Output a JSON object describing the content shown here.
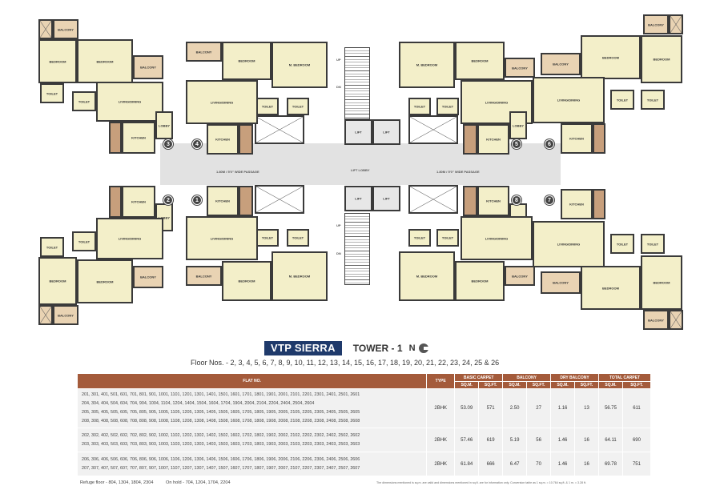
{
  "plan": {
    "passage_label": "1.80M / 5'0\" WIDE PASSAGE",
    "lift_lobby": "LIFT LOBBY",
    "lift": "LIFT",
    "duct": "DUCT",
    "up": "UP",
    "dn": "DN",
    "flat_numbers": [
      "3",
      "4",
      "5",
      "6",
      "2",
      "1",
      "8",
      "7"
    ],
    "rooms": {
      "bedroom": "BEDROOM",
      "m_bedroom": "M. BEDROOM",
      "living": "LIVING/DINING",
      "kitchen": "KITCHEN",
      "toilet": "TOILET",
      "balcony": "BALCONY",
      "dry_balcony": "DRY BALCONY",
      "lobby": "LOBBY"
    }
  },
  "title": {
    "brand": "VTP SIERRA",
    "tower": "TOWER - 1",
    "north": "N",
    "floors": "Floor Nos. - 2, 3, 4, 5, 6, 7, 8, 9, 10, 11, 12, 13, 14, 15, 16, 17, 18, 19, 20, 21, 22, 23, 24, 25 & 26"
  },
  "table": {
    "headers": {
      "flat_no": "FLAT NO.",
      "type": "TYPE",
      "basic_carpet": "BASIC CARPET",
      "balcony": "BALCONY",
      "dry_balcony": "DRY BALCONY",
      "total_carpet": "TOTAL CARPET",
      "sqm": "SQ.M.",
      "sqft": "SQ.FT."
    },
    "rows": [
      {
        "flats": [
          "201, 301, 401, 501, 601, 701, 801, 901, 1001, 1101, 1201, 1301, 1401, 1501, 1601, 1701, 1801, 1901, 2001, 2101, 2201, 2301, 2401, 2501, 2601",
          "204, 304, 404, 504, 604, 704, 904, 1004, 1104, 1204, 1404, 1504, 1604, 1704, 1904, 2004, 2104, 2204, 2404, 2504, 2604",
          "205, 305, 405, 505, 605, 705, 805, 905, 1005, 1105, 1205, 1305, 1405, 1505, 1605, 1705, 1805, 1905, 2005, 2105, 2205, 2305, 2405, 2505, 2605",
          "208, 308, 408, 508, 608, 708, 808, 908, 1008, 1108, 1208, 1308, 1408, 1508, 1608, 1708, 1808, 1908, 2008, 2108, 2208, 2308, 2408, 2508, 2608"
        ],
        "type": "2BHK",
        "basic_sqm": "53.09",
        "basic_sqft": "571",
        "balc_sqm": "2.50",
        "balc_sqft": "27",
        "dry_sqm": "1.16",
        "dry_sqft": "13",
        "total_sqm": "56.75",
        "total_sqft": "611"
      },
      {
        "flats": [
          "202, 302, 402, 502, 602, 702, 802, 902, 1002, 1102, 1202, 1302, 1402, 1502, 1602, 1702, 1802, 1902, 2002, 2102, 2202, 2302, 2402, 2502, 2602",
          "203, 303, 403, 503, 603, 703, 803, 903, 1003, 1103, 1203, 1303, 1403, 1503, 1603, 1703, 1803, 1903, 2003, 2103, 2203, 2303, 2403, 2503, 2603"
        ],
        "type": "2BHK",
        "basic_sqm": "57.46",
        "basic_sqft": "619",
        "balc_sqm": "5.19",
        "balc_sqft": "56",
        "dry_sqm": "1.46",
        "dry_sqft": "16",
        "total_sqm": "64.11",
        "total_sqft": "690"
      },
      {
        "flats": [
          "206, 306, 406, 506, 606, 706, 806, 906, 1006, 1106, 1206, 1306, 1406, 1506, 1606, 1706, 1806, 1906, 2006, 2106, 2206, 2306, 2406, 2506, 2606",
          "207, 307, 407, 507, 607, 707, 807, 907, 1007, 1107, 1207, 1307, 1407, 1507, 1607, 1707, 1807, 1907, 2007, 2107, 2207, 2307, 2407, 2507, 2607"
        ],
        "type": "2BHK",
        "basic_sqm": "61.84",
        "basic_sqft": "666",
        "balc_sqm": "6.47",
        "balc_sqft": "70",
        "dry_sqm": "1.46",
        "dry_sqft": "16",
        "total_sqm": "69.78",
        "total_sqft": "751"
      }
    ]
  },
  "footer": {
    "refuge": "Refuge floor - 804, 1304, 1804, 2304",
    "on_hold": "On hold - 704, 1204, 1704, 2204",
    "disclaimer": "The dimensions mentioned is sq.m. are valid and dimensions mentioned in sq.ft. are for information only. Conversion table as 1 sq.m. = 10.764 sq.ft. & 1 m. = 3.28 ft."
  },
  "colors": {
    "brand_blue": "#1f3a6b",
    "table_header": "#a45b3b",
    "room_fill": "#f3efc9",
    "balcony_fill": "#e9d3b3",
    "dry_balcony_fill": "#c79f7c"
  }
}
